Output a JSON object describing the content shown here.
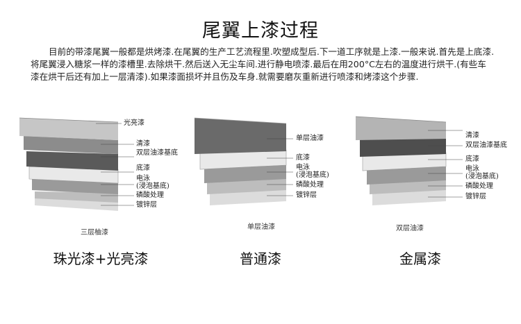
{
  "title": "尾翼上漆过程",
  "intro": "目前的带漆尾翼一般都是烘烤漆.在尾翼的生产工艺流程里.吹塑成型后.下一道工序就是上漆.一般来说.首先是上底漆.将尾翼浸入糖浆一样的漆槽里.去除烘干.然后送入无尘车间.进行静电喷漆.最后在用200°C左右的温度进行烘干.(有些车漆在烘干后还有加上一层清漆).如果漆面损坏并且伤及车身.就需要磨灰重新进行喷漆和烤漆这个步骤.",
  "diagrams": [
    {
      "caption": "三层柚漆",
      "name": "珠光漆+光亮漆",
      "labels": [
        "光亮漆",
        "清漆",
        "双层油漆基底",
        "底漆",
        "电泳",
        "(浸泡基底)",
        "磷酸处理",
        "镀锌层"
      ]
    },
    {
      "caption": "单层油漆",
      "name": "普通漆",
      "labels": [
        "单层油漆",
        "底漆",
        "电泳",
        "(浸泡基底)",
        "磷酸处理",
        "镀锌层"
      ]
    },
    {
      "caption": "双层油漆",
      "name": "金属漆",
      "labels": [
        "清漆",
        "双层油漆基底",
        "底漆",
        "电泳",
        "(浸泡基底)",
        "磷酸处理",
        "镀锌层"
      ]
    }
  ],
  "colors": {
    "text": "#111111",
    "layer_dark": "#3a3a3a",
    "layer_mid": "#7a7a7a",
    "layer_light": "#cfcfcf"
  }
}
